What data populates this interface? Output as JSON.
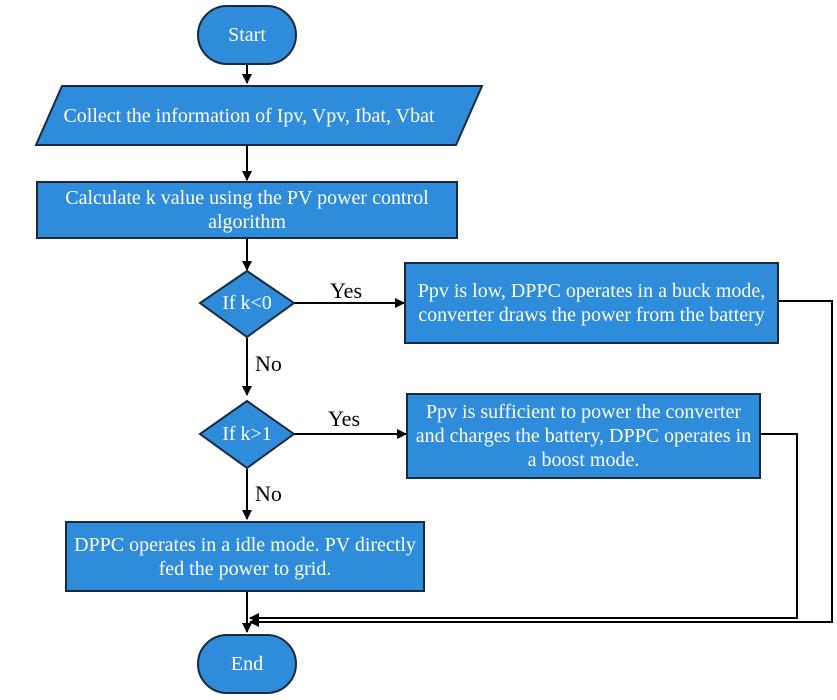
{
  "colors": {
    "node_fill": "#2E8CDB",
    "node_stroke": "#1A2A3A",
    "text": "#FFFFFF",
    "line": "#000000"
  },
  "nodes": {
    "start": {
      "shape": "terminator",
      "label": "Start"
    },
    "collect": {
      "shape": "parallelogram",
      "label": "Collect the information of Ipv, Vpv, Ibat, Vbat"
    },
    "calculate": {
      "shape": "process",
      "label": "Calculate k value using the PV power control algorithm"
    },
    "decision1": {
      "shape": "decision",
      "label": "If k<0"
    },
    "buck": {
      "shape": "process",
      "label": "Ppv is low, DPPC operates in a buck mode, converter draws the power from the battery"
    },
    "decision2": {
      "shape": "decision",
      "label": "If k>1"
    },
    "boost": {
      "shape": "process",
      "label": "Ppv is sufficient to power the converter and charges the battery, DPPC operates in a boost mode."
    },
    "idle": {
      "shape": "process",
      "label": "DPPC operates in a idle mode. PV directly fed the power to grid."
    },
    "end": {
      "shape": "terminator",
      "label": "End"
    }
  },
  "edges": {
    "d1_yes": "Yes",
    "d1_no": "No",
    "d2_yes": "Yes",
    "d2_no": "No"
  }
}
